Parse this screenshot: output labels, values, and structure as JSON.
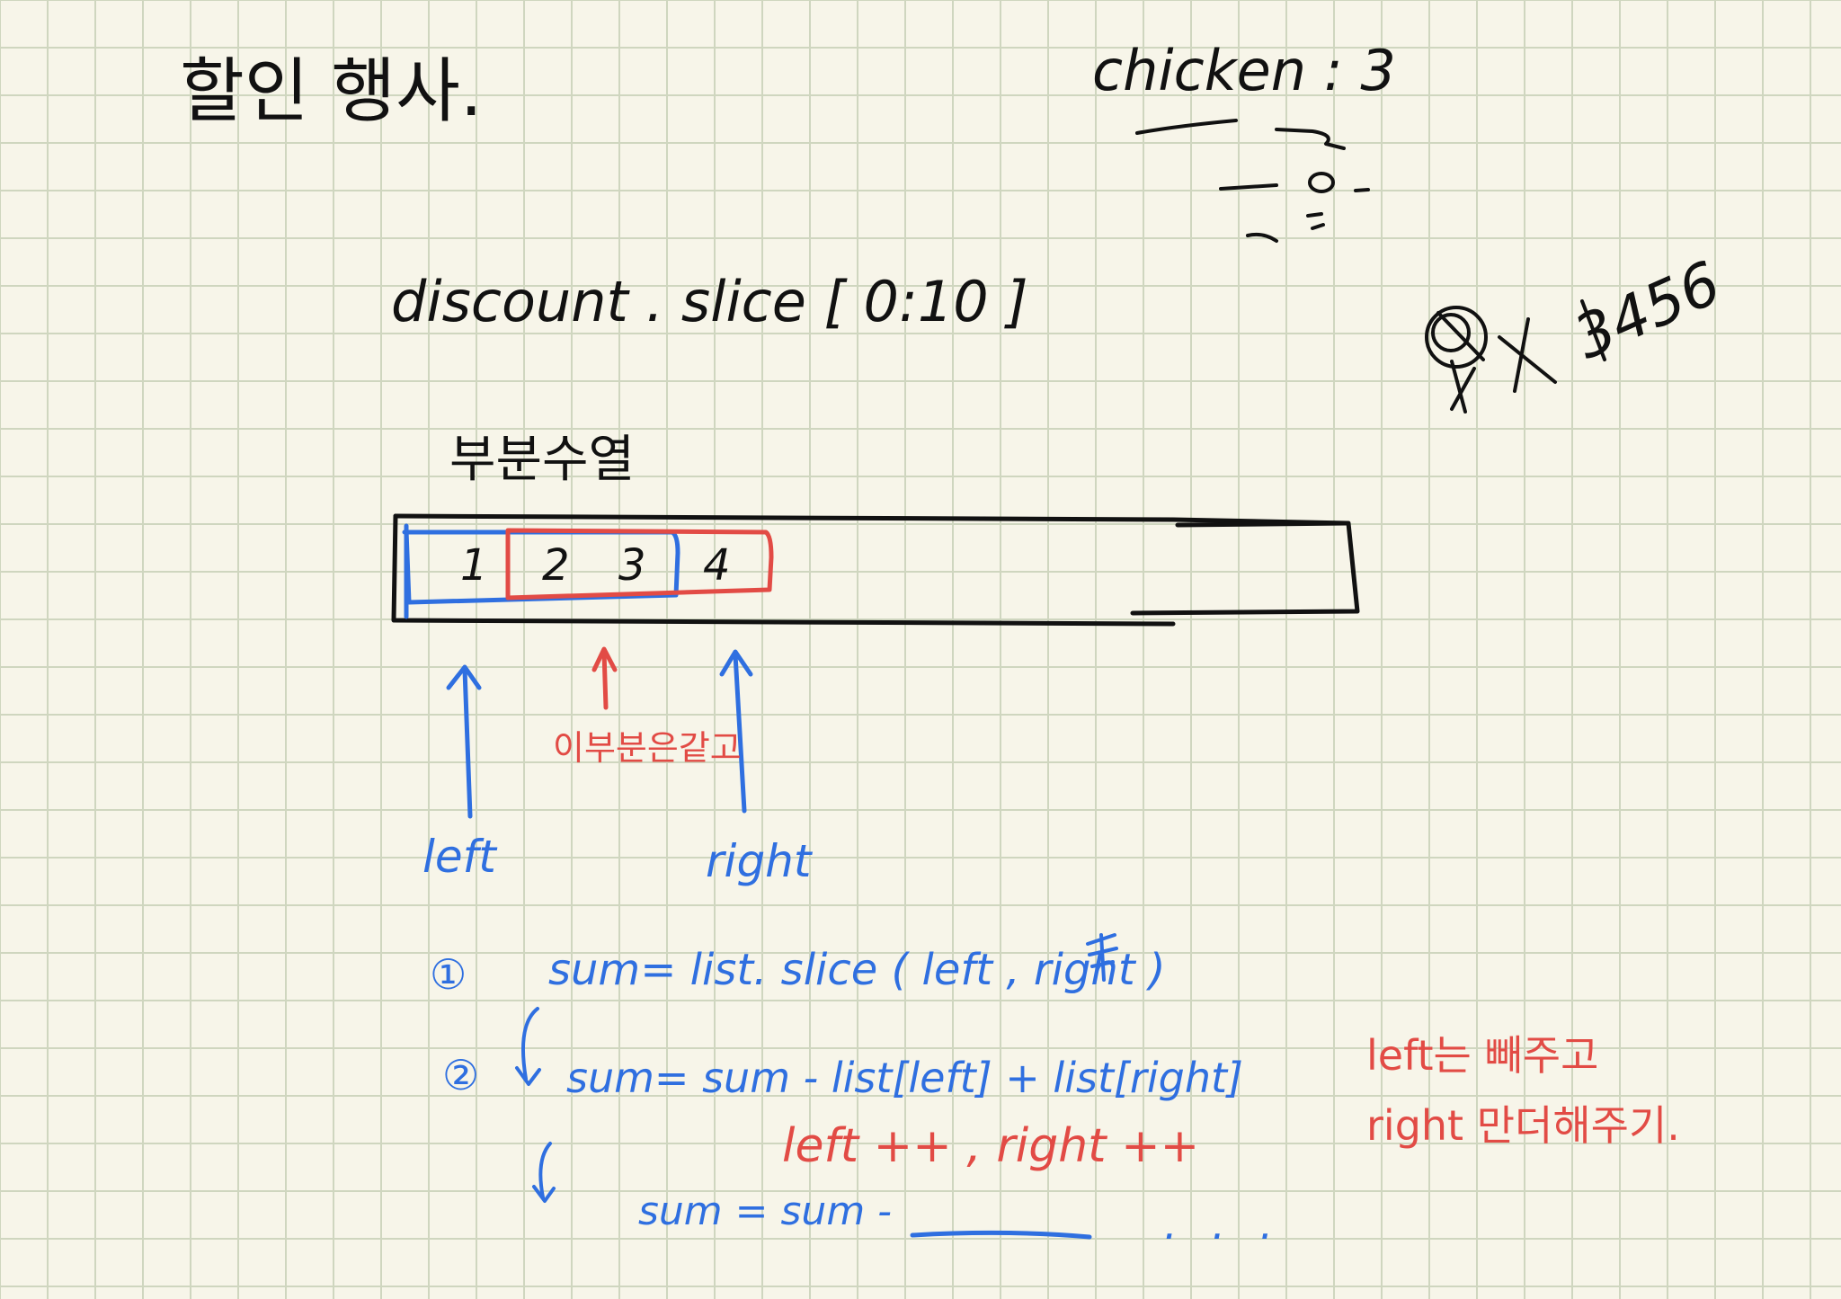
{
  "note": {
    "title": "할인 행사.",
    "corner_note": "chicken : 3",
    "scribble_numbers": "3456",
    "code_line": "discount . slice [ 0:10 ]",
    "array_heading": "부분수열",
    "cells": [
      "1",
      "2",
      "3",
      "4"
    ],
    "pointer_left": "left",
    "pointer_right": "right",
    "middle_note": "이부분은같고",
    "steps": [
      {
        "marker": "①",
        "text": "sum= list. slice ( left , right )"
      },
      {
        "marker": "②",
        "text": "sum=  sum -  list[left] + list[right]"
      }
    ],
    "increment_line": "left ++ , right ++",
    "last_line": "sum = sum -",
    "trailing_dots": ". . .",
    "side_note_line1": "left는 빼주고",
    "side_note_line2": "right 만더해주기."
  },
  "colors": {
    "paper": "#f7f5e9",
    "grid": "#cfd6bf",
    "black_ink": "#111111",
    "blue_ink": "#2f6fe0",
    "red_ink": "#e24b45"
  }
}
